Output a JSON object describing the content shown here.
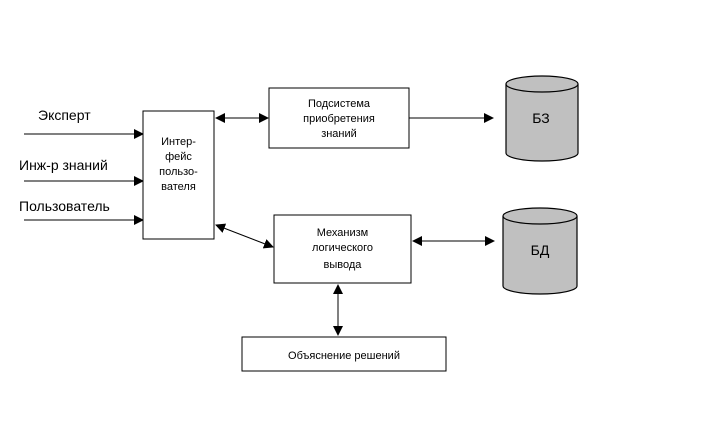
{
  "inputs": [
    {
      "label": "Эксперт"
    },
    {
      "label": "Инж-р знаний"
    },
    {
      "label": "Пользователь"
    }
  ],
  "interface_box": {
    "lines": [
      "Интер-",
      "фейс",
      "пользо-",
      "вателя"
    ]
  },
  "acquisition_box": {
    "lines": [
      "Подсистема",
      "приобретения",
      "знаний"
    ]
  },
  "inference_box": {
    "lines": [
      "Механизм",
      "логического",
      "вывода"
    ]
  },
  "explanation_box": {
    "label": "Объяснение решений"
  },
  "knowledge_base": {
    "label": "БЗ"
  },
  "database": {
    "label": "БД"
  },
  "colors": {
    "cylinder_fill": "#c0c0c0",
    "stroke": "#000000",
    "background": "#ffffff"
  }
}
